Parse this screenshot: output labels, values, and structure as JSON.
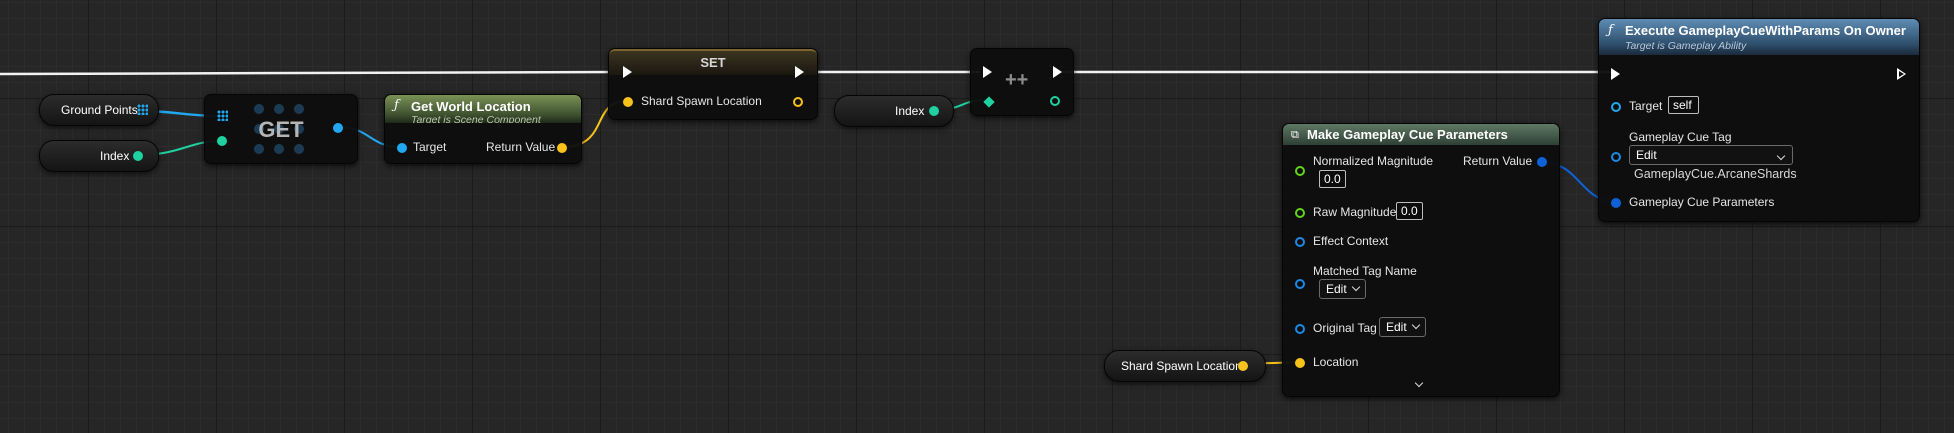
{
  "colors": {
    "exec": "#ffffff",
    "vector": "#f7c21c",
    "integer": "#1fd1a0",
    "object": "#21a8f0",
    "struct": "#0e62d8",
    "float": "#63d31c",
    "name": "#1e88e5"
  },
  "variables": {
    "ground_points": "Ground Points",
    "index_left": "Index",
    "index_right": "Index",
    "shard_spawn_location": "Shard Spawn Location"
  },
  "get_node": {
    "label": "GET"
  },
  "get_world_location": {
    "title": "Get World Location",
    "subtitle": "Target is Scene Component",
    "target": "Target",
    "return_value": "Return Value",
    "icon": "function-icon"
  },
  "set_node": {
    "title": "SET",
    "pin": "Shard Spawn Location"
  },
  "increment_node": {
    "label": "++"
  },
  "make_params": {
    "title": "Make Gameplay Cue Parameters",
    "normalized_magnitude": "Normalized Magnitude",
    "normalized_magnitude_value": "0.0",
    "return_value": "Return Value",
    "raw_magnitude": "Raw Magnitude",
    "raw_magnitude_value": "0.0",
    "effect_context": "Effect Context",
    "matched_tag_name": "Matched Tag Name",
    "matched_tag_edit": "Edit",
    "original_tag": "Original Tag",
    "original_tag_edit": "Edit",
    "location": "Location"
  },
  "execute_cue": {
    "title": "Execute GameplayCueWithParams On Owner",
    "subtitle": "Target is Gameplay Ability",
    "target": "Target",
    "target_value": "self",
    "cue_tag": "Gameplay Cue Tag",
    "cue_tag_edit": "Edit",
    "cue_tag_value": "GameplayCue.ArcaneShards",
    "cue_params": "Gameplay Cue Parameters",
    "icon": "function-icon"
  }
}
